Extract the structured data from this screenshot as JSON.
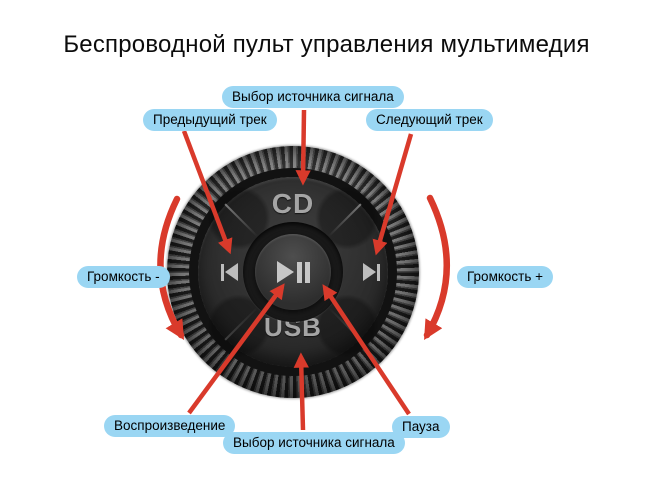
{
  "title": "Беспроводной пульт управления мультимедия",
  "device": {
    "top_button_label": "CD",
    "bottom_button_label": "USB",
    "icons": {
      "previous": "prev-track-icon",
      "play_pause": "play-pause-icon",
      "next": "next-track-icon"
    }
  },
  "callouts": {
    "source_top": "Выбор источника сигнала",
    "prev_track": "Предыдущий трек",
    "next_track": "Следующий трек",
    "volume_down": "Громкость -",
    "volume_up": "Громкость +",
    "play": "Воспроизведение",
    "source_bottom": "Выбор источника сигнала",
    "pause": "Пауза"
  },
  "colors": {
    "callout_bg": "#9AD6F3",
    "arrow": "#D93A2B",
    "background": "#FFFFFF"
  }
}
